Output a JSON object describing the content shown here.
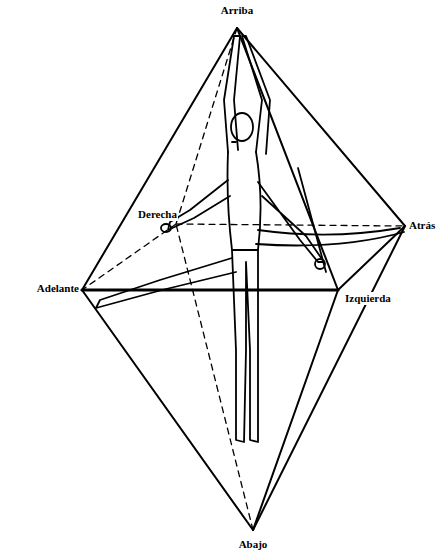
{
  "diagram": {
    "labels": [
      "Arriba",
      "Derecha",
      "Atrás",
      "Adelante",
      "Izquierda",
      "Abajo"
    ]
  }
}
